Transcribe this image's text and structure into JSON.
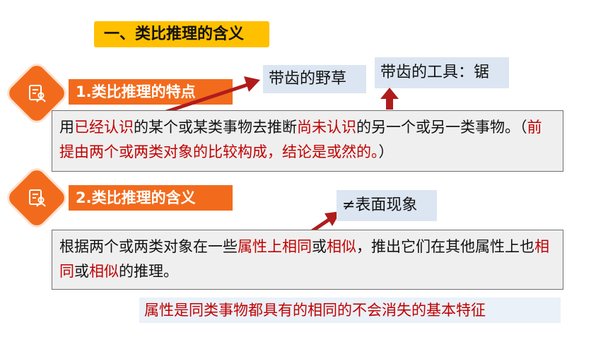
{
  "title": "一、类比推理的含义",
  "section1": {
    "heading": "1.类比推理的特点",
    "text": {
      "p1": "用",
      "h1": "已经认识",
      "p2": "的某个或某类事物去推断",
      "h2": "尚未认识",
      "p3": "的另一个或另一类事物。（",
      "h3": "前提由两个或两类对象的比较构成，结论是或然的。",
      "p4": "）"
    }
  },
  "callouts": {
    "weed": "带齿的野草",
    "tool": "带齿的工具：锯",
    "phenomenon": "≠表面现象"
  },
  "section2": {
    "heading": "2.类比推理的含义",
    "text": {
      "p1": "根据两个或两类对象在一些",
      "h1": "属性上相同",
      "p2": "或",
      "h2": "相似",
      "p3": "，推出它们在其他属性上也",
      "h3": "相同",
      "p4": "或",
      "h4": "相似",
      "p5": "的推理。"
    }
  },
  "note": "属性是同类事物都具有的相同的不会消失的基本特征",
  "colors": {
    "accent_orange": "#f26b1d",
    "title_yellow": "#ffc000",
    "highlight_red": "#c00000",
    "callout_blue": "#dce6f2"
  },
  "icons": [
    "document-person-icon",
    "arrow-icon"
  ]
}
